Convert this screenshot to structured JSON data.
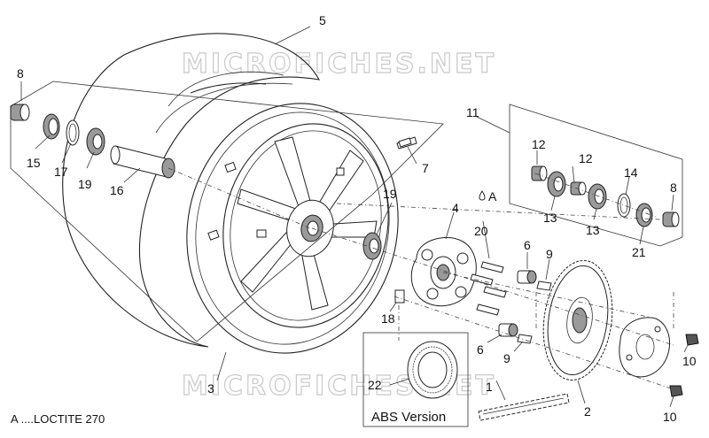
{
  "watermark": "MICROFICHES.NET",
  "note": "A ....LOCTITE 270",
  "abs_box_title": "ABS Version",
  "loctite_marker": "A",
  "callouts": {
    "c1": "1",
    "c2": "2",
    "c3": "3",
    "c4": "4",
    "c5": "5",
    "c6a": "6",
    "c6b": "6",
    "c7": "7",
    "c8a": "8",
    "c8b": "8",
    "c9a": "9",
    "c9b": "9",
    "c10a": "10",
    "c10b": "10",
    "c11": "11",
    "c12a": "12",
    "c12b": "12",
    "c13a": "13",
    "c13b": "13",
    "c14": "14",
    "c15": "15",
    "c16": "16",
    "c17": "17",
    "c18": "18",
    "c19a": "19",
    "c19b": "19",
    "c20": "20",
    "c21": "21",
    "c22": "22"
  }
}
